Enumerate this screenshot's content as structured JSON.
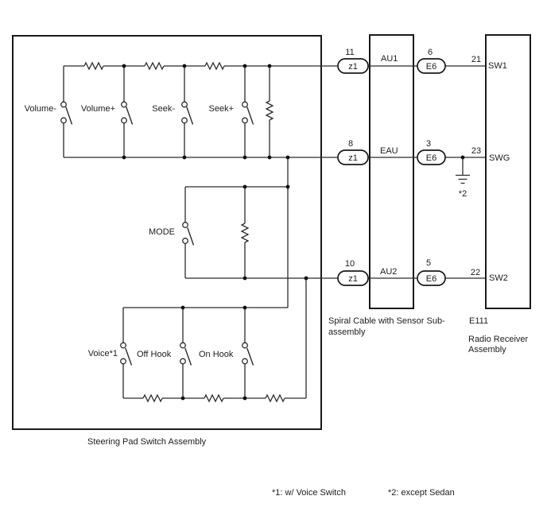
{
  "colors": {
    "background": "#ffffff",
    "line": "#2b2b2b"
  },
  "steering": {
    "label": "Steering Pad Switch Assembly",
    "switches": {
      "volume_minus": "Volume-",
      "volume_plus": "Volume+",
      "seek_minus": "Seek-",
      "seek_plus": "Seek+",
      "mode": "MODE",
      "voice": "Voice*1",
      "off_hook": "Off Hook",
      "on_hook": "On Hook"
    }
  },
  "spiral": {
    "label_line1": "Spiral Cable with Sensor Sub-",
    "label_line2": "assembly",
    "pins": {
      "au1": {
        "number": "11",
        "connector": "z1",
        "name": "AU1"
      },
      "eau": {
        "number": "8",
        "connector": "z1",
        "name": "EAU"
      },
      "au2": {
        "number": "10",
        "connector": "z1",
        "name": "AU2"
      }
    }
  },
  "e6": {
    "sw1": {
      "number": "6",
      "connector": "E6"
    },
    "swg": {
      "number": "3",
      "connector": "E6"
    },
    "sw2": {
      "number": "5",
      "connector": "E6"
    }
  },
  "radio": {
    "code": "E111",
    "label_line1": "Radio Receiver",
    "label_line2": "Assembly",
    "pins": {
      "sw1": {
        "number": "21",
        "name": "SW1"
      },
      "swg": {
        "number": "23",
        "name": "SWG"
      },
      "sw2": {
        "number": "22",
        "name": "SW2"
      }
    }
  },
  "ground": {
    "note": "*2"
  },
  "footnotes": {
    "note1": "*1: w/ Voice Switch",
    "note2": "*2: except Sedan"
  }
}
